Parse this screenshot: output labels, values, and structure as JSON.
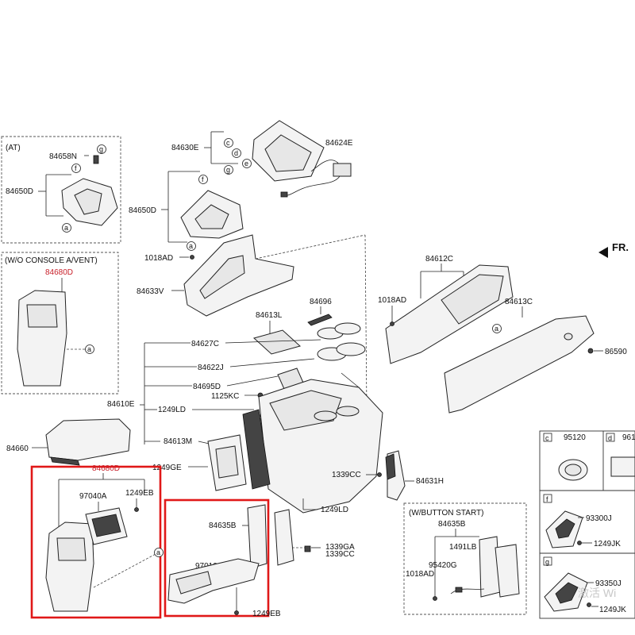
{
  "header": {
    "front_label": "FR."
  },
  "insets": {
    "at": {
      "title": "(AT)",
      "labels": [
        "84658N",
        "84650D"
      ],
      "circles": [
        "g",
        "f",
        "a"
      ]
    },
    "wo_console": {
      "title": "(W/O CONSOLE A/VENT)",
      "part_code": "84680D",
      "circle": "a"
    },
    "button_start": {
      "title": "(W/BUTTON START)",
      "labels": [
        "84635B",
        "1491LB",
        "95420G",
        "1018AD"
      ]
    }
  },
  "callouts": {
    "84630E": "84630E",
    "84624E": "84624E",
    "84650D": "84650D",
    "1018AD": "1018AD",
    "84633V": "84633V",
    "84613L": "84613L",
    "84696": "84696",
    "84627C": "84627C",
    "84622J": "84622J",
    "84695D": "84695D",
    "1125KC": "1125KC",
    "84610E": "84610E",
    "1249LD": "1249LD",
    "84660": "84660",
    "84613M": "84613M",
    "1249GE": "1249GE",
    "84680D": "84680D",
    "97040A": "97040A",
    "1249EB": "1249EB",
    "84635B": "84635B",
    "97010C": "97010C",
    "1339GA": "1339GA",
    "1339CC": "1339CC",
    "1018AD_2": "1018AD",
    "84612C": "84612C",
    "84613C": "84613C",
    "86590": "86590",
    "84631H": "84631H",
    "1249LD_2": "1249LD",
    "1339CC_2": "1339CC",
    "1249EB_2": "1249EB"
  },
  "circle_labels": {
    "c": "c",
    "d": "d",
    "e": "e",
    "f": "f",
    "g": "g",
    "a": "a"
  },
  "table": {
    "cells": [
      {
        "letter": "c",
        "part": "95120"
      },
      {
        "letter": "d",
        "part": "961"
      },
      {
        "letter": "f",
        "part": "93300J",
        "part2": "1249JK"
      },
      {
        "letter": "g",
        "part": "93350J",
        "part2": "1249JK"
      }
    ]
  },
  "watermark": "激活 Wi"
}
